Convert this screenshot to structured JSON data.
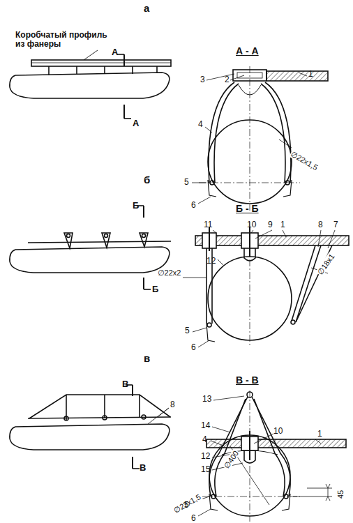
{
  "diagram": {
    "labels": [
      "а",
      "Коробчатый профиль из фанеры",
      "А",
      "А",
      "А - А",
      "3",
      "2",
      "1",
      "4",
      "5",
      "6",
      "∅22x1,5",
      "б",
      "Б",
      "Б",
      "Б - Б",
      "11",
      "10",
      "9",
      "1",
      "8",
      "7",
      "12",
      "∅22x2",
      "∅18x1",
      "5",
      "6",
      "в",
      "В",
      "В",
      "8",
      "В - В",
      "13",
      "14",
      "4",
      "10",
      "1",
      "12",
      "15",
      "∅22x1,5",
      "∅400",
      "45",
      "5",
      "6"
    ]
  }
}
